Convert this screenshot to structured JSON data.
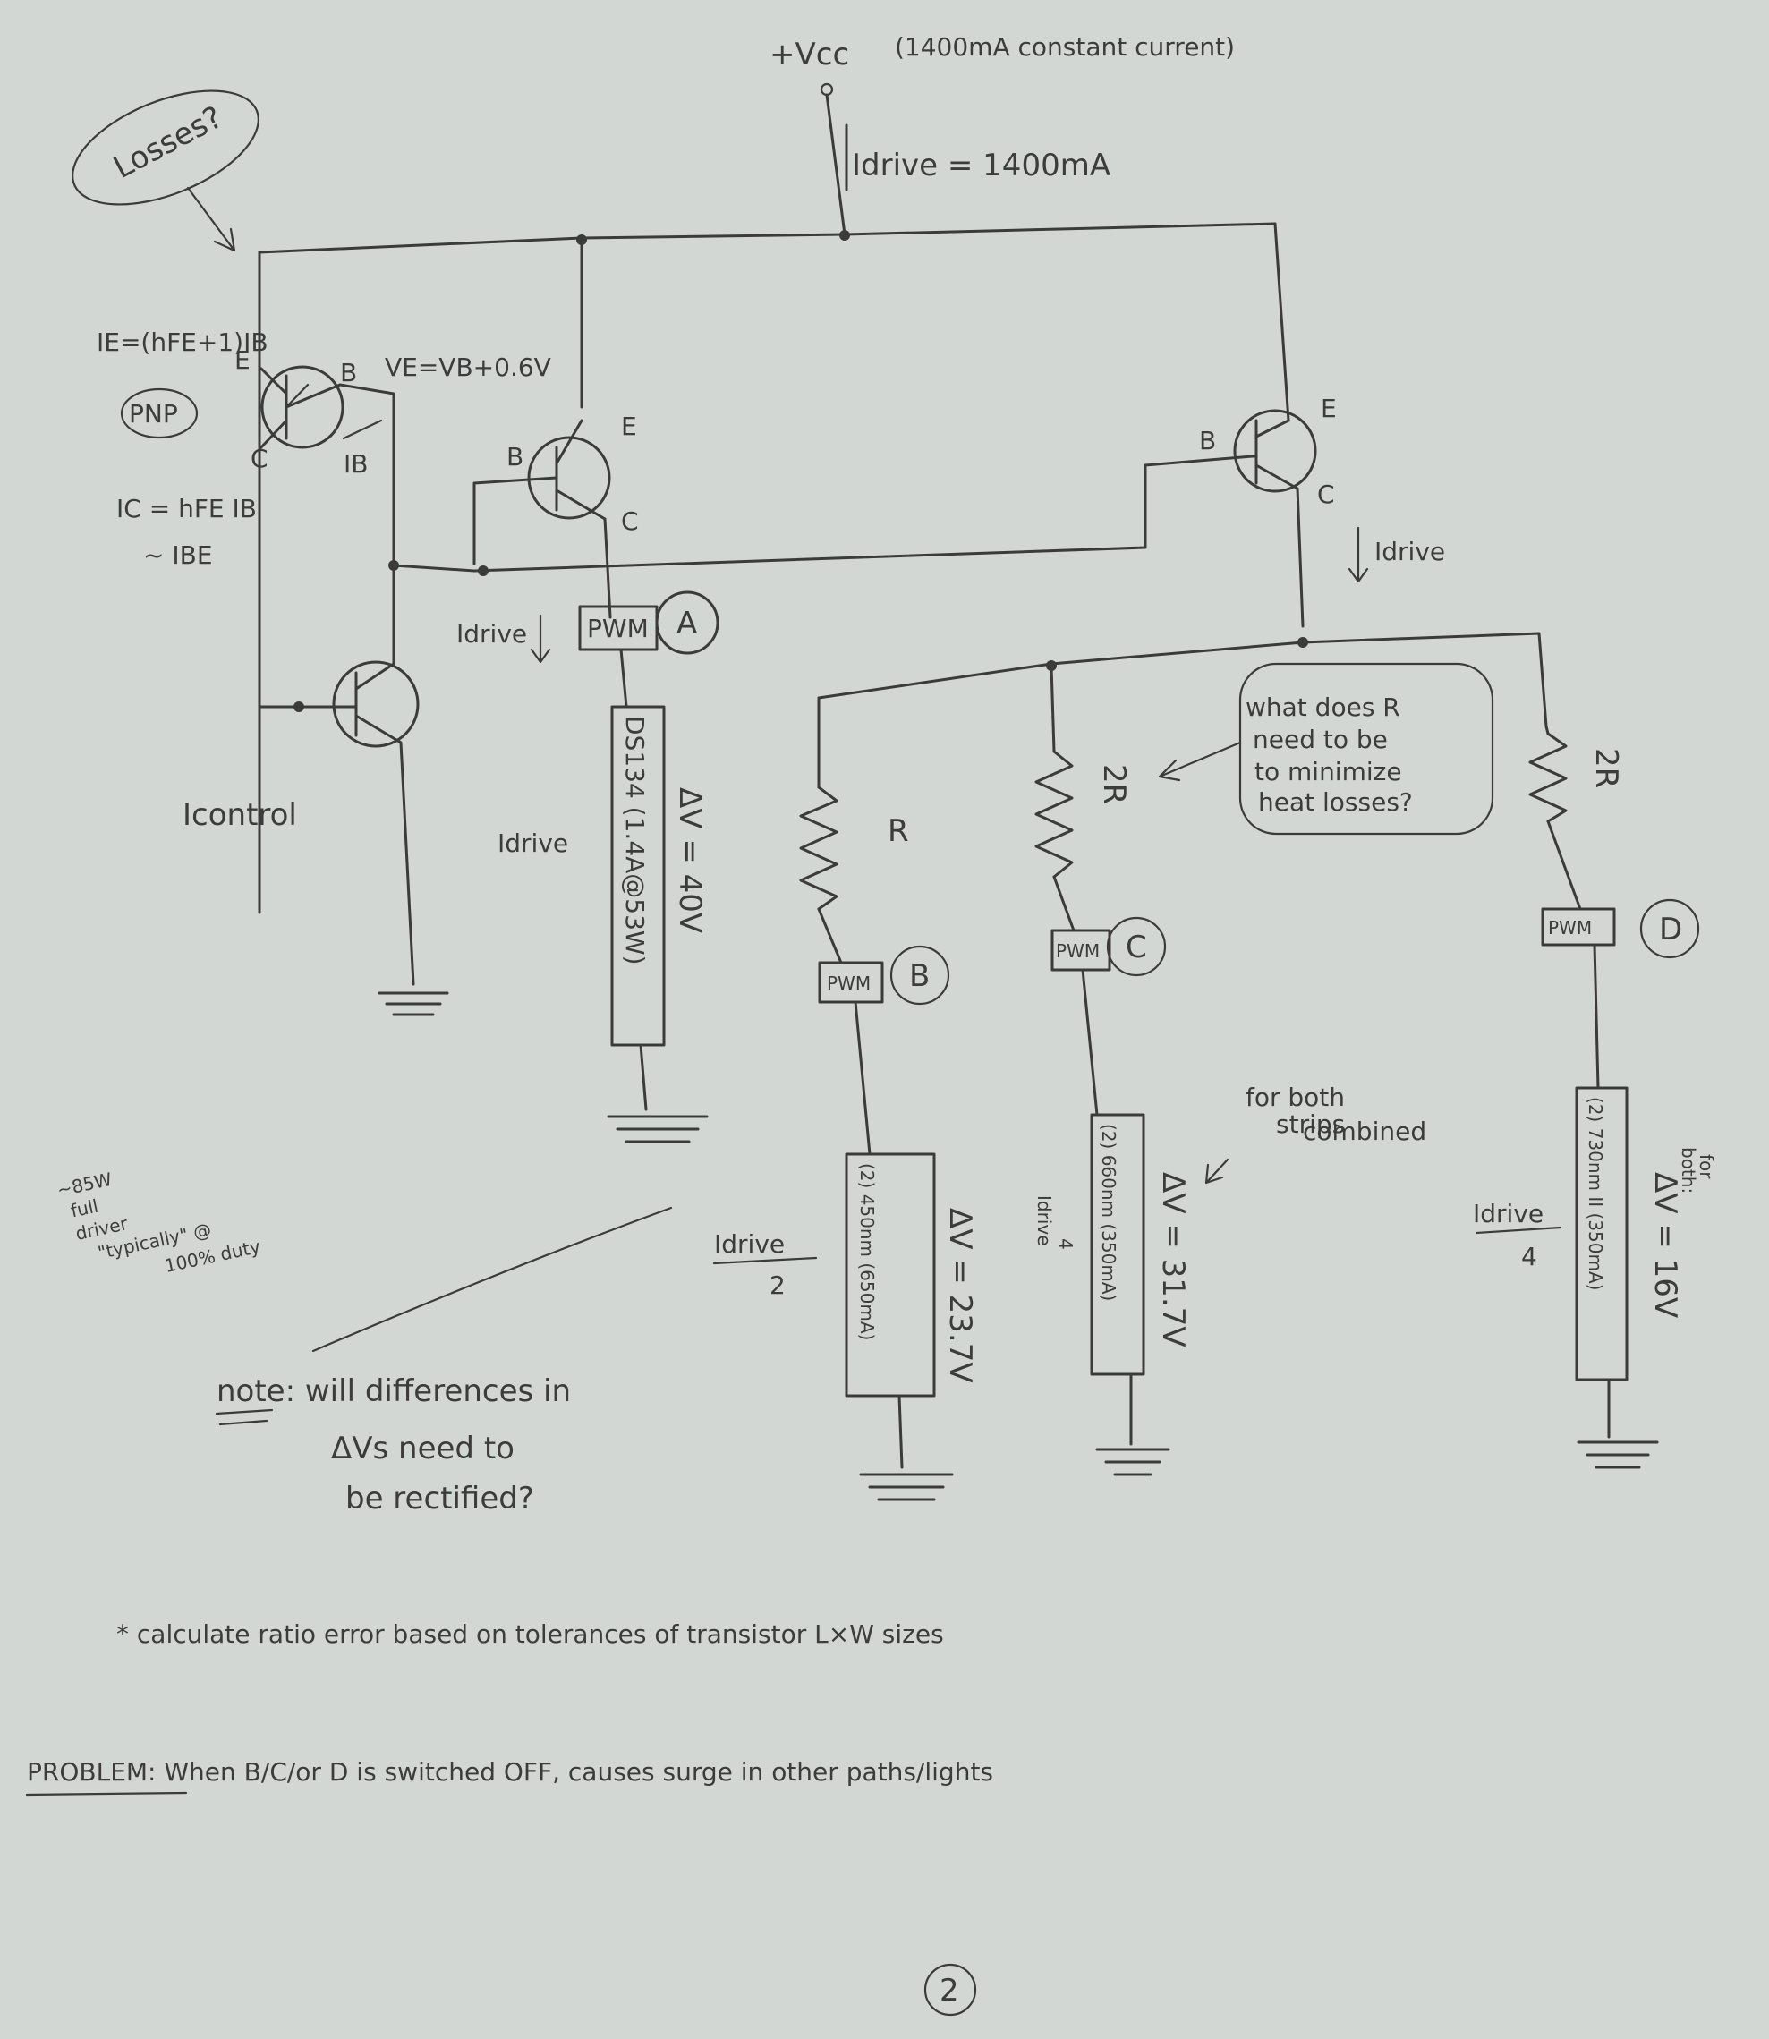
{
  "supply": {
    "vcc_label": "+Vcc",
    "vcc_note": "(1400mA constant current)",
    "idrive_main": "Idrive = 1400mA"
  },
  "annotations": {
    "losses_bubble": "Losses?",
    "ie_eq": "IE=(hFE+1)IB",
    "pnp_label": "PNP",
    "ic_eq_1": "IC = hFE IB",
    "ic_eq_2": "~ IBE",
    "ib_label": "IB",
    "ve_eq": "VE=VB+0.6V",
    "i_control": "Icontrol",
    "idrive_a": "Idrive",
    "idrive_a2": "Idrive",
    "idrive_right": "Idrive",
    "idrive_half_num": "Idrive",
    "idrive_half_den": "2",
    "idrive_quarter_c_num": "Idrive",
    "idrive_quarter_c_den": "4",
    "idrive_quarter_d_num": "Idrive",
    "idrive_quarter_d_den": "4",
    "r_question_1": "what does R",
    "r_question_2": "need to be",
    "r_question_3": "to minimize",
    "r_question_4": "heat losses?",
    "for_both_1": "for both",
    "for_both_2": "strips",
    "for_both_3": "combined",
    "for_both_d_1": "for",
    "for_both_d_2": "both:",
    "full_driver_1": "~85W",
    "full_driver_2": "full",
    "full_driver_3": "driver",
    "full_driver_4": "\"typically\" @",
    "full_driver_5": "100% duty",
    "note_1": "note: will differences in",
    "note_2": "ΔVs need to",
    "note_3": "be rectified?",
    "calc_line": "* calculate ratio error   based   on   tolerances of   transistor   L×W   sizes",
    "problem_line": "PROBLEM: When  B/C/or D  is  switched  OFF, causes surge in other paths/lights",
    "page_number": "2"
  },
  "transistor_labels": {
    "t1_b": "B",
    "t1_c": "C",
    "t1_e": "E",
    "t2_b": "B",
    "t2_e": "E",
    "t2_c": "C",
    "t3_b": "B",
    "t3_e": "E",
    "t3_c": "C"
  },
  "branches": {
    "a": {
      "pwm": "PWM",
      "tag": "A",
      "led": "DS134 (1.4A@53W)",
      "dv": "ΔV = 40V"
    },
    "b": {
      "pwm": "PWM",
      "tag": "B",
      "resistor": "R",
      "led": "(2) 450nm (650mA)",
      "dv": "ΔV = 23.7V"
    },
    "c": {
      "pwm": "PWM",
      "tag": "C",
      "resistor": "2R",
      "led": "(2) 660nm (350mA)",
      "dv": "ΔV = 31.7V"
    },
    "d": {
      "pwm": "PWM",
      "tag": "D",
      "resistor": "2R",
      "led": "(2) 730nm II (350mA)",
      "dv": "ΔV = 16V"
    }
  }
}
